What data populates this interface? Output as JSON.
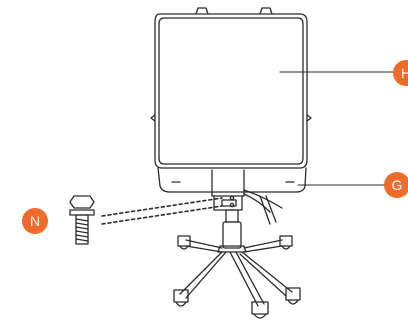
{
  "colors": {
    "callout": "#f06a2a",
    "line": "#2b2b2b",
    "background": "#ffffff"
  },
  "callouts": {
    "h": "H",
    "g": "G",
    "n": "N"
  },
  "parts": {
    "chair_back": "chair-back-icon",
    "seat": "seat-icon",
    "gas_lift": "gas-lift-icon",
    "base": "five-star-base-icon",
    "bolt": "bolt-icon"
  }
}
